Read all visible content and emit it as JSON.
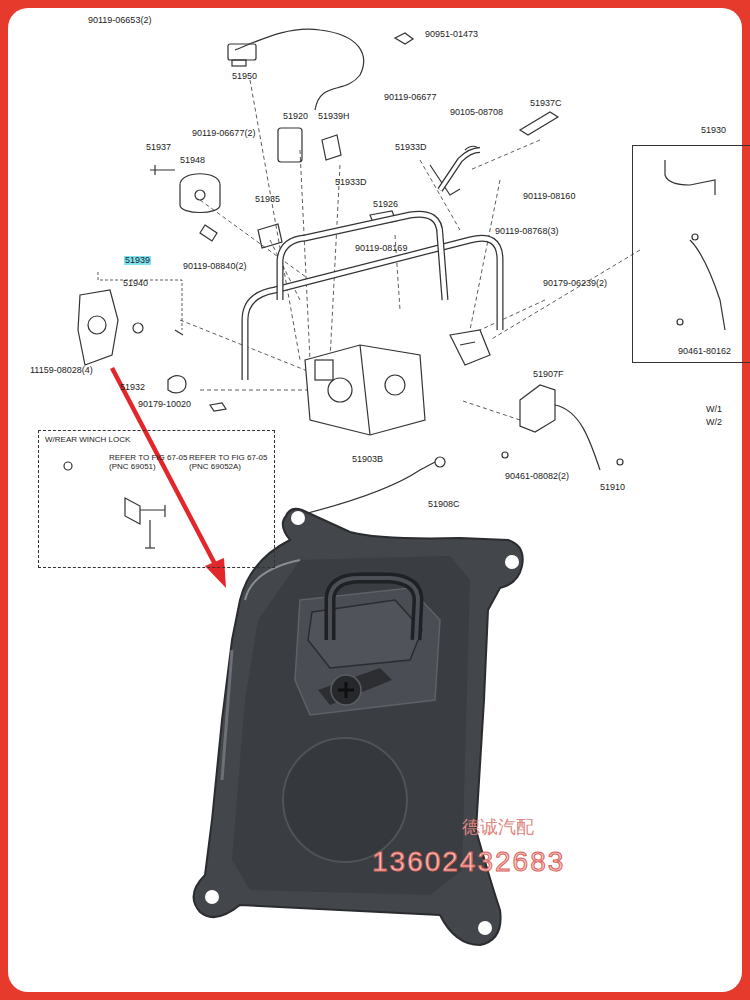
{
  "diagram": {
    "nodes": [
      {
        "text": [
          "W/REAR WINCH LOCK",
          "REFER TO FIG 67-05 (PNC 69051)",
          "REFER TO FIG 67-05 (PNC 69052A)"
        ]
      },
      {
        "text": [
          "51930"
        ]
      }
    ],
    "labels": [
      "90119-06653(2)",
      "90951-01473",
      "51950",
      "90119-06677",
      "51937C",
      "90105-08708",
      "51920",
      "51939H",
      "90119-06677(2)",
      "51937",
      "51948",
      "51933D",
      "51933D",
      "90119-08160",
      "51935",
      "51926",
      "90119-08169",
      "90119-08768(3)",
      "90119-08840(2)",
      "51939",
      "51940",
      "90179-06239(2)",
      "90461-80162",
      "11159-08028(4)",
      "51932",
      "90179-10020",
      "51907F",
      "W/1",
      "W/2",
      "51903B",
      "90461-08082(2)",
      "51910",
      "51908C",
      "德诚汽配",
      "13602432683"
    ]
  }
}
